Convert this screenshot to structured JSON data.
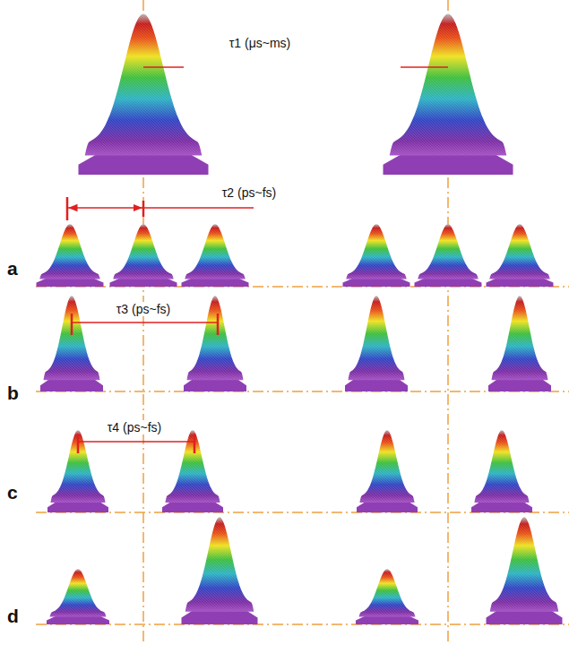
{
  "diagram": {
    "labels": [
      "τ1 (μs~ms)",
      "τ2 (ps~fs)",
      "τ3 (ps~fs)",
      "τ4 (ps~fs)",
      "a",
      "b",
      "c",
      "d"
    ]
  }
}
